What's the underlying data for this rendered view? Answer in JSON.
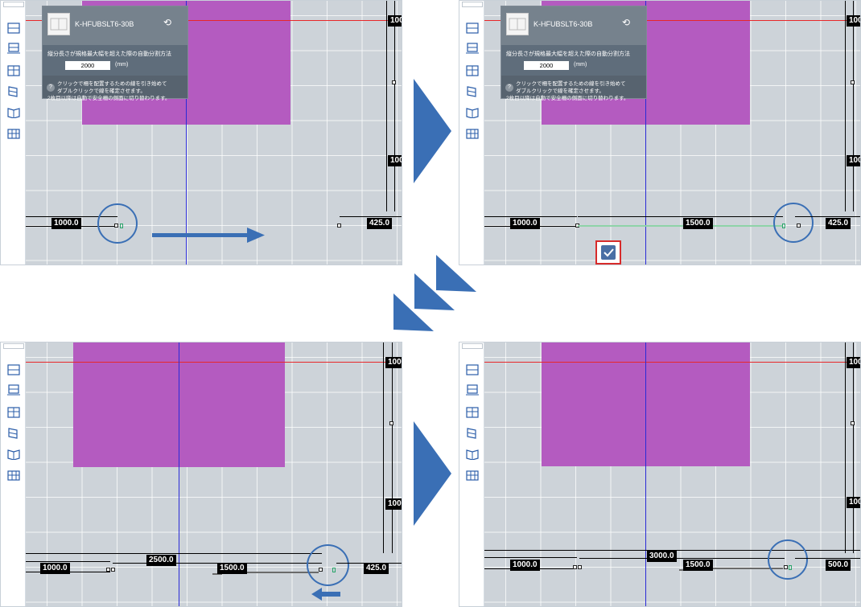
{
  "colors": {
    "accent": "#3a6fb5",
    "red_line": "#e8272a",
    "blue_line": "#2a2bd6",
    "magenta_area": "#b45bc0",
    "canvas": "#cdd3d9",
    "confirm_border": "#d72b2b",
    "confirm_fill": "#4a6fa5"
  },
  "tooltip": {
    "product": "K-HFUBSLT6-30B",
    "setting_label": "縦分長さが規格最大幅を超えた際の自動分割方法",
    "value": "2000",
    "unit": "(mm)",
    "help_icon": "?",
    "help_lines": [
      "クリックで柵を配置するための線を引き始めて",
      "ダブルクリックで線を確定させます。",
      "2枚目以降は自動で安全柵の側面に切り替わります。"
    ],
    "refresh_icon": "refresh-icon"
  },
  "sidebar_icons": [
    "fence-front-icon",
    "fence-variant-icon",
    "fence-grid-icon",
    "fence-side-icon",
    "fence-corner-icon",
    "fence-wide-icon"
  ],
  "step1": {
    "dims": {
      "left": "1000.0",
      "right": "425.0",
      "right_top": "100",
      "right_mid": "100"
    },
    "arrow": "right-arrow-icon"
  },
  "step2": {
    "dims": {
      "left": "1000.0",
      "middle": "1500.0",
      "right": "425.0",
      "right_top": "100",
      "right_mid": "100"
    },
    "confirm_icon": "checkmark-icon"
  },
  "step3": {
    "dims": {
      "left": "1000.0",
      "top": "2500.0",
      "middle": "1500.0",
      "right": "425.0",
      "right_top": "100",
      "right_mid": "100"
    },
    "arrow": "left-arrow-icon"
  },
  "step4": {
    "dims": {
      "left": "1000.0",
      "top": "3000.0",
      "middle": "1500.0",
      "right": "500.0",
      "right_top": "100",
      "right_mid": "100"
    }
  },
  "flow_arrows": [
    "next-step-arrow-icon",
    "down-left-chevrons-icon",
    "next-step-arrow-icon"
  ]
}
